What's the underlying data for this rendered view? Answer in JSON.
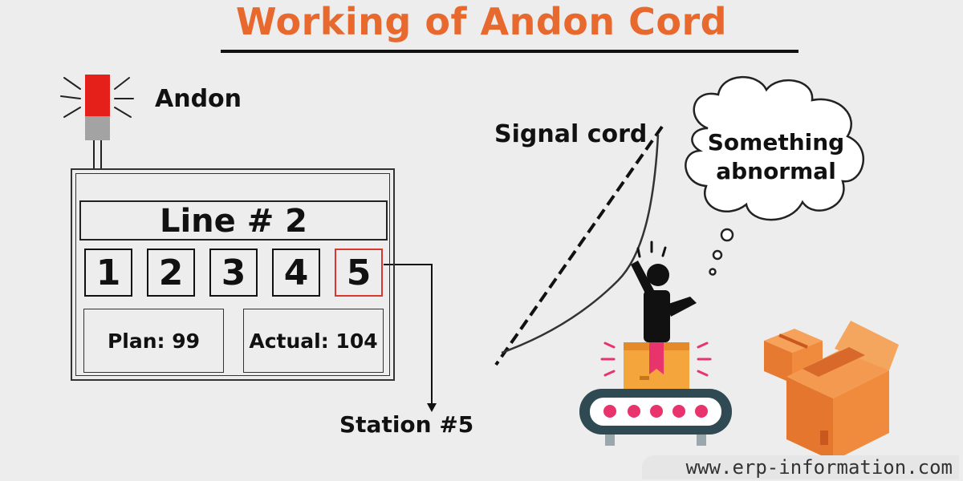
{
  "title": "Working of Andon Cord",
  "andon_label": "Andon",
  "signal_cord_label": "Signal cord",
  "thought": {
    "line1": "Something",
    "line2": "abnormal"
  },
  "board": {
    "line_title": "Line # 2",
    "stations": [
      "1",
      "2",
      "3",
      "4",
      "5"
    ],
    "active_station": "5",
    "plan": "Plan: 99",
    "actual": "Actual: 104"
  },
  "station_label": "Station #5",
  "watermark": "www.erp-information.com",
  "colors": {
    "title": "#e8692e",
    "alert_light": "#e5201b",
    "active_station_border": "#d9382f",
    "box": "#f08a3c",
    "conveyor": "#2f4a52",
    "conveyor_roller": "#e8336d"
  }
}
